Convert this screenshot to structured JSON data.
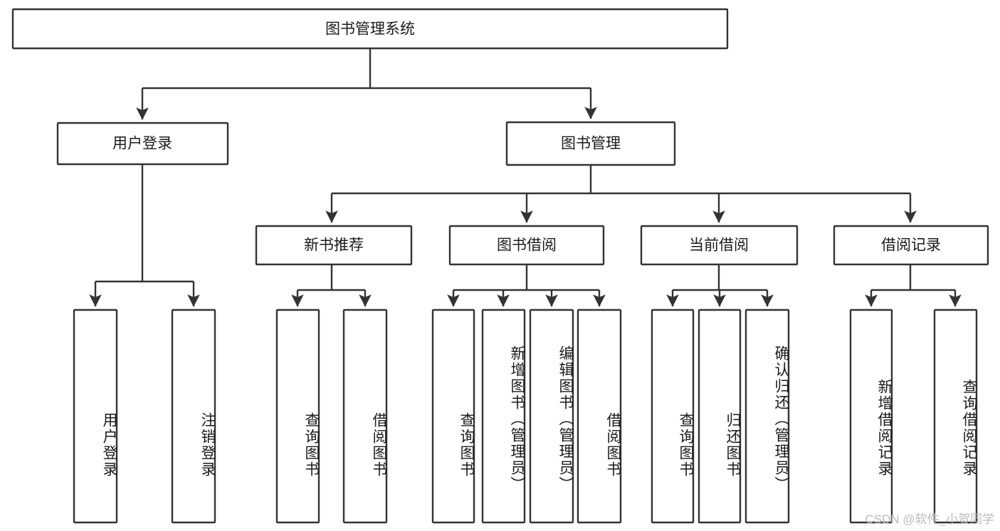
{
  "diagram": {
    "title": "图书管理系统",
    "watermark": "CSDN @软件_小贺同学",
    "colors": {
      "stroke": "#333333",
      "fill": "#ffffff",
      "text": "#1a1a1a",
      "watermark": "#b9b9b9"
    },
    "root": {
      "label": "图书管理系统"
    },
    "level1": [
      {
        "label": "用户登录"
      },
      {
        "label": "图书管理"
      }
    ],
    "level2": [
      {
        "label": "新书推荐"
      },
      {
        "label": "图书借阅"
      },
      {
        "label": "当前借阅"
      },
      {
        "label": "借阅记录"
      }
    ],
    "leaves": {
      "user_login": [
        {
          "label": "用户登录"
        },
        {
          "label": "注销登录"
        }
      ],
      "new_book": [
        {
          "label": "查询图书"
        },
        {
          "label": "借阅图书"
        }
      ],
      "book_borrow": [
        {
          "label": "查询图书"
        },
        {
          "label": "新增图书（管理员）"
        },
        {
          "label": "编辑图书（管理员）"
        },
        {
          "label": "借阅图书"
        }
      ],
      "current_borrow": [
        {
          "label": "查询图书"
        },
        {
          "label": "归还图书"
        },
        {
          "label": "确认归还（管理员）"
        }
      ],
      "borrow_record": [
        {
          "label": "新增借阅记录"
        },
        {
          "label": "查询借阅记录"
        }
      ]
    }
  },
  "chart_data": {
    "type": "tree-diagram",
    "title": "图书管理系统",
    "nodes": [
      {
        "id": "root",
        "label": "图书管理系统",
        "level": 0,
        "parent": null
      },
      {
        "id": "n1",
        "label": "用户登录",
        "level": 1,
        "parent": "root"
      },
      {
        "id": "n2",
        "label": "图书管理",
        "level": 1,
        "parent": "root"
      },
      {
        "id": "n1a",
        "label": "用户登录",
        "level": 2,
        "parent": "n1"
      },
      {
        "id": "n1b",
        "label": "注销登录",
        "level": 2,
        "parent": "n1"
      },
      {
        "id": "n2a",
        "label": "新书推荐",
        "level": 2,
        "parent": "n2"
      },
      {
        "id": "n2b",
        "label": "图书借阅",
        "level": 2,
        "parent": "n2"
      },
      {
        "id": "n2c",
        "label": "当前借阅",
        "level": 2,
        "parent": "n2"
      },
      {
        "id": "n2d",
        "label": "借阅记录",
        "level": 2,
        "parent": "n2"
      },
      {
        "id": "n2a1",
        "label": "查询图书",
        "level": 3,
        "parent": "n2a"
      },
      {
        "id": "n2a2",
        "label": "借阅图书",
        "level": 3,
        "parent": "n2a"
      },
      {
        "id": "n2b1",
        "label": "查询图书",
        "level": 3,
        "parent": "n2b"
      },
      {
        "id": "n2b2",
        "label": "新增图书（管理员）",
        "level": 3,
        "parent": "n2b"
      },
      {
        "id": "n2b3",
        "label": "编辑图书（管理员）",
        "level": 3,
        "parent": "n2b"
      },
      {
        "id": "n2b4",
        "label": "借阅图书",
        "level": 3,
        "parent": "n2b"
      },
      {
        "id": "n2c1",
        "label": "查询图书",
        "level": 3,
        "parent": "n2c"
      },
      {
        "id": "n2c2",
        "label": "归还图书",
        "level": 3,
        "parent": "n2c"
      },
      {
        "id": "n2c3",
        "label": "确认归还（管理员）",
        "level": 3,
        "parent": "n2c"
      },
      {
        "id": "n2d1",
        "label": "新增借阅记录",
        "level": 3,
        "parent": "n2d"
      },
      {
        "id": "n2d2",
        "label": "查询借阅记录",
        "level": 3,
        "parent": "n2d"
      }
    ]
  }
}
